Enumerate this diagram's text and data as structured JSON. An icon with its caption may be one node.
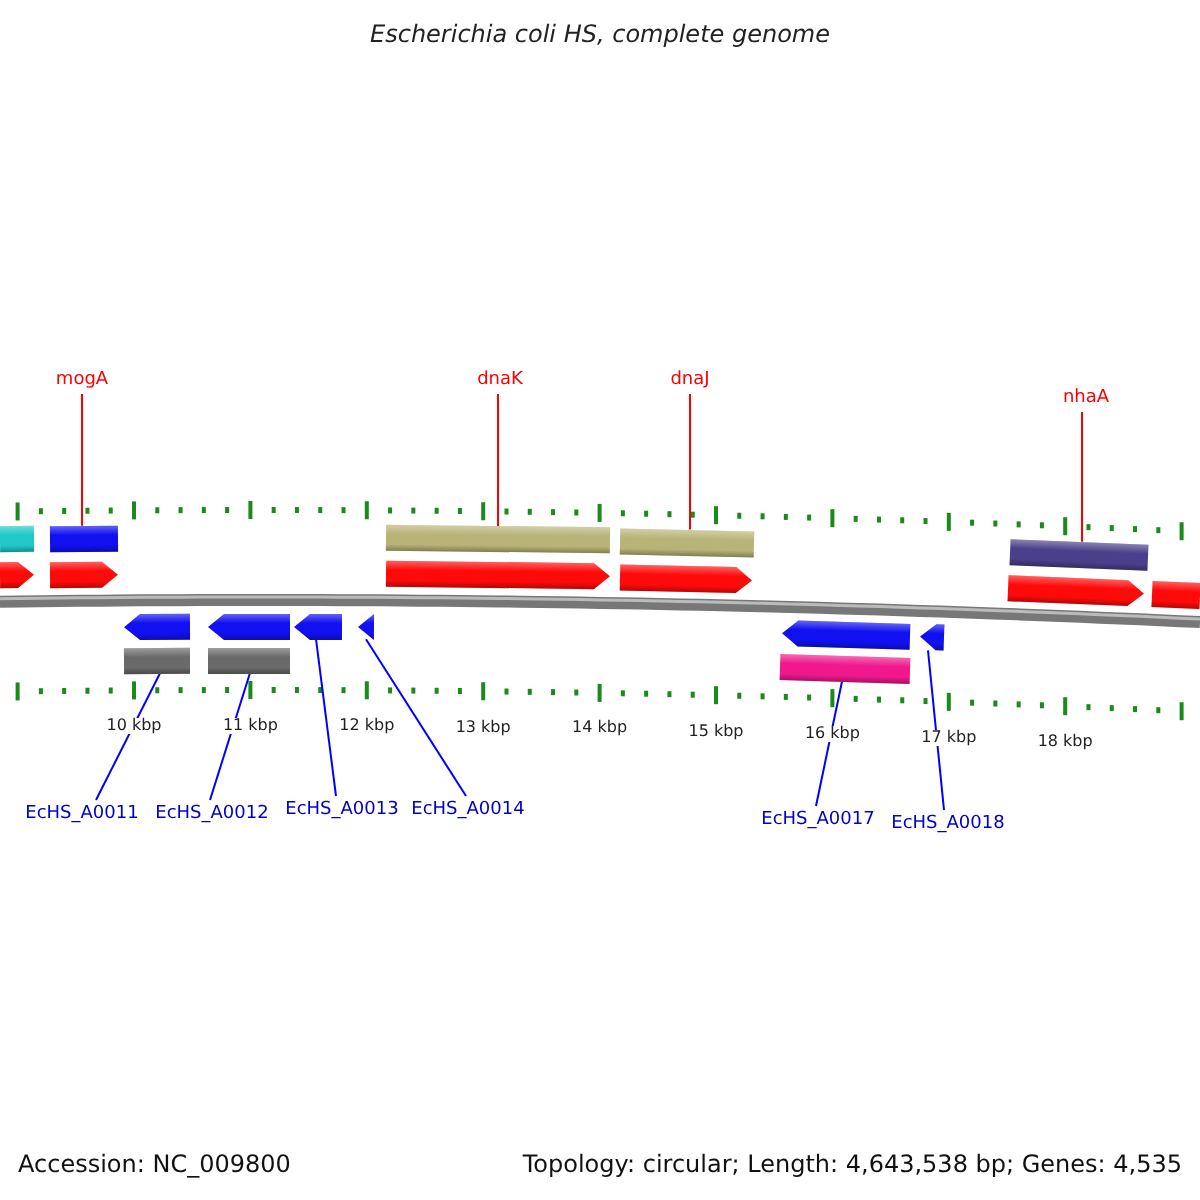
{
  "diagram": {
    "title": "Escherichia coli HS, complete genome",
    "nodes": [
      {
        "text": [
          "mogA"
        ]
      },
      {
        "text": [
          "dnaK"
        ]
      },
      {
        "text": [
          "dnaJ"
        ]
      },
      {
        "text": [
          "nhaA"
        ]
      },
      {
        "text": [],
        "shape": "bar"
      },
      {
        "text": [],
        "shape": "bar"
      },
      {
        "text": [],
        "shape": "bar"
      },
      {
        "text": [],
        "shape": "bar"
      },
      {
        "text": [],
        "shape": "bar"
      },
      {
        "text": [],
        "shape": "arrow"
      },
      {
        "text": [],
        "shape": "arrow"
      },
      {
        "text": [],
        "shape": "arrow"
      },
      {
        "text": [],
        "shape": "arrow"
      },
      {
        "text": [],
        "shape": "arrow"
      },
      {
        "text": [],
        "shape": "arrow"
      },
      {
        "text": [],
        "shape": "arrow"
      },
      {
        "text": [],
        "shape": "arrow"
      },
      {
        "text": [],
        "shape": "arrow"
      },
      {
        "text": [],
        "shape": "arrow"
      },
      {
        "text": [],
        "shape": "arrow"
      },
      {
        "text": [],
        "shape": "arrow"
      },
      {
        "text": [],
        "shape": "bar"
      },
      {
        "text": [],
        "shape": "bar"
      },
      {
        "text": [],
        "shape": "bar"
      },
      {
        "text": [
          "EcHS_A0011"
        ]
      },
      {
        "text": [
          "EcHS_A0012"
        ]
      },
      {
        "text": [
          "EcHS_A0013"
        ]
      },
      {
        "text": [
          "EcHS_A0014"
        ]
      },
      {
        "text": [
          "EcHS_A0017"
        ]
      },
      {
        "text": [
          "EcHS_A0018"
        ]
      }
    ],
    "edges": [
      {
        "from": 0,
        "to": 5,
        "arrow": "none",
        "color": "#ff0000"
      },
      {
        "from": 1,
        "to": 6,
        "arrow": "none",
        "color": "#ff0000"
      },
      {
        "from": 2,
        "to": 7,
        "arrow": "none",
        "color": "#ff0000"
      },
      {
        "from": 3,
        "to": 8,
        "arrow": "none",
        "color": "#ff0000"
      },
      {
        "from": 24,
        "to": 21,
        "arrow": "none",
        "color": "#0000ff"
      },
      {
        "from": 25,
        "to": 22,
        "arrow": "none",
        "color": "#0000ff"
      },
      {
        "from": 26,
        "to": 17,
        "arrow": "none",
        "color": "#0000ff"
      },
      {
        "from": 27,
        "to": 18,
        "arrow": "none",
        "color": "#0000ff"
      },
      {
        "from": 28,
        "to": 23,
        "arrow": "none",
        "color": "#0000ff"
      },
      {
        "from": 29,
        "to": 20,
        "arrow": "none",
        "color": "#0000ff"
      }
    ],
    "labels": [
      "10 kbp",
      "11 kbp",
      "12 kbp",
      "13 kbp",
      "14 kbp",
      "15 kbp",
      "16 kbp",
      "17 kbp",
      "18 kbp",
      "Accession: NC_009800",
      "Topology: circular; Length: 4,643,538 bp; Genes: 4,535"
    ]
  }
}
